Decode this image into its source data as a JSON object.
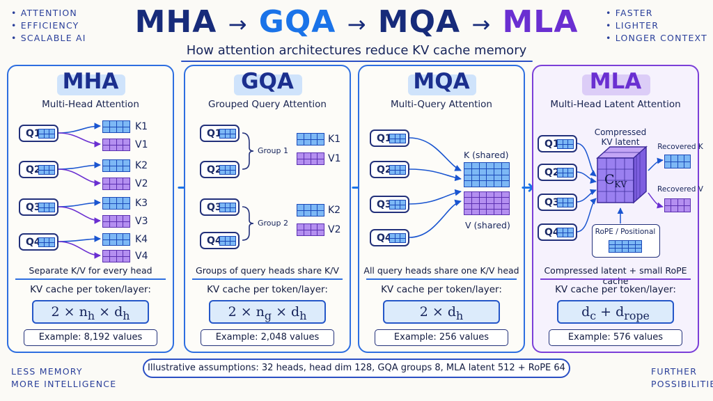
{
  "header": {
    "title_parts": [
      "MHA",
      "→",
      "GQA",
      "→",
      "MQA",
      "→",
      "MLA"
    ],
    "subtitle": "How attention architectures reduce KV cache memory",
    "corner_top_left": [
      "• ATTENTION",
      "• EFFICIENCY",
      "• SCALABLE AI"
    ],
    "corner_top_right": [
      "• FASTER",
      "• LIGHTER",
      "• LONGER CONTEXT"
    ],
    "corner_bottom_left": [
      "LESS MEMORY",
      "MORE INTELLIGENCE"
    ],
    "corner_bottom_right": [
      "FURTHER",
      "POSSIBILITIES"
    ]
  },
  "colors": {
    "mha": "#172b7a",
    "gqa": "#1a73e8",
    "mqa": "#172b7a",
    "mla": "#6a2fd1",
    "key_cells": "#7db8f5",
    "value_cells": "#b48ff0"
  },
  "panels": {
    "mha": {
      "title": "MHA",
      "subtitle": "Multi-Head Attention",
      "queries": [
        "Q1",
        "Q2",
        "Q3",
        "Q4"
      ],
      "keys": [
        "K1",
        "K2",
        "K3",
        "K4"
      ],
      "values": [
        "V1",
        "V2",
        "V3",
        "V4"
      ],
      "caption": "Separate K/V for every head",
      "kv_label": "KV cache per token/layer:",
      "formula": "2 × n",
      "formula_sub1": "h",
      "formula_mid": " × d",
      "formula_sub2": "h",
      "example": "Example:  8,192 values"
    },
    "gqa": {
      "title": "GQA",
      "subtitle": "Grouped Query Attention",
      "queries": [
        "Q1",
        "Q2",
        "Q3",
        "Q4"
      ],
      "groups": [
        "Group 1",
        "Group 2"
      ],
      "keys": [
        "K1",
        "K2"
      ],
      "values": [
        "V1",
        "V2"
      ],
      "caption": "Groups of query heads share K/V",
      "kv_label": "KV cache per token/layer:",
      "formula": "2 × n",
      "formula_sub1": "g",
      "formula_mid": " × d",
      "formula_sub2": "h",
      "example": "Example:  2,048 values"
    },
    "mqa": {
      "title": "MQA",
      "subtitle": "Multi-Query Attention",
      "queries": [
        "Q1",
        "Q2",
        "Q3",
        "Q4"
      ],
      "k_label": "K (shared)",
      "v_label": "V (shared)",
      "caption": "All query heads share one K/V head",
      "kv_label": "KV cache per token/layer:",
      "formula": "2 × d",
      "formula_sub1": "h",
      "example": "Example:  256 values"
    },
    "mla": {
      "title": "MLA",
      "subtitle": "Multi-Head Latent Attention",
      "queries": [
        "Q1",
        "Q2",
        "Q3",
        "Q4"
      ],
      "latent_label_1": "Compressed",
      "latent_label_2": "KV latent",
      "cube_label": "C",
      "cube_sub": "KV",
      "recovered_k": "Recovered K",
      "recovered_v": "Recovered V",
      "rope_label": "RoPE / Positional",
      "caption": "Compressed latent + small RoPE cache",
      "kv_label": "KV cache per token/layer:",
      "formula": "d",
      "formula_sub1": "c",
      "formula_mid": " + d",
      "formula_sub2": "rope",
      "example": "Example:  576 values"
    }
  },
  "footer_note": "Illustrative assumptions: 32 heads, head dim 128, GQA groups 8, MLA latent 512 + RoPE 64"
}
